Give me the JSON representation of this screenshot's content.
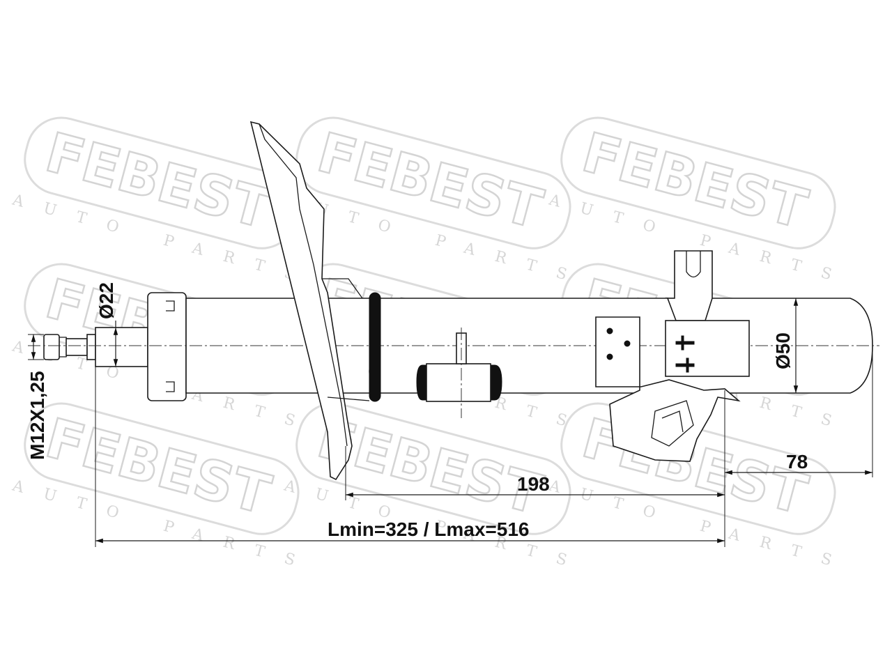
{
  "watermark": {
    "brand": "FEBEST",
    "tagline": "AUTO PARTS"
  },
  "dimensions": {
    "thread": "M12X1,25",
    "rod_diameter": "Ø22",
    "body_diameter": "Ø50",
    "bracket_offset": "78",
    "mount_length": "198",
    "stroke_length": "Lmin=325 / Lmax=516"
  }
}
